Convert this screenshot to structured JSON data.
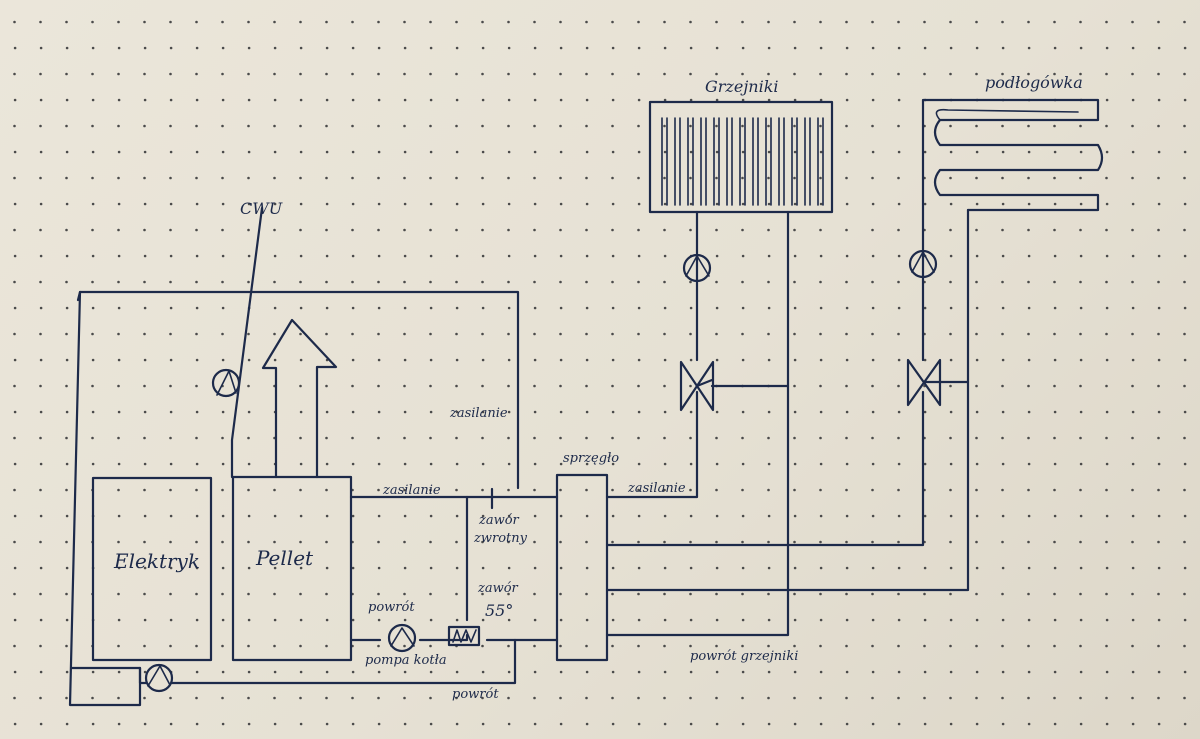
{
  "labels": {
    "cwu": "CWU",
    "grzejniki": "Grzejniki",
    "podlogowka": "podłogówka",
    "elektryk": "Elektryk",
    "pellet": "Pellet",
    "zasilanie_top": "zasilanie",
    "zasilanie_mid": "zasilanie",
    "zasilanie_right": "zasilanie",
    "sprzeglo": "sprzęgło",
    "zawor_zwrotny_1": "zawór",
    "zawor_zwrotny_2": "zwrotny",
    "zawor55_1": "zawór",
    "zawor55_2": "55°",
    "powrot_left": "powrót",
    "pompa_kotla": "pompa kotła",
    "powrot_bottom": "powrót",
    "powrot_grzejniki": "powrót grzejniki"
  }
}
